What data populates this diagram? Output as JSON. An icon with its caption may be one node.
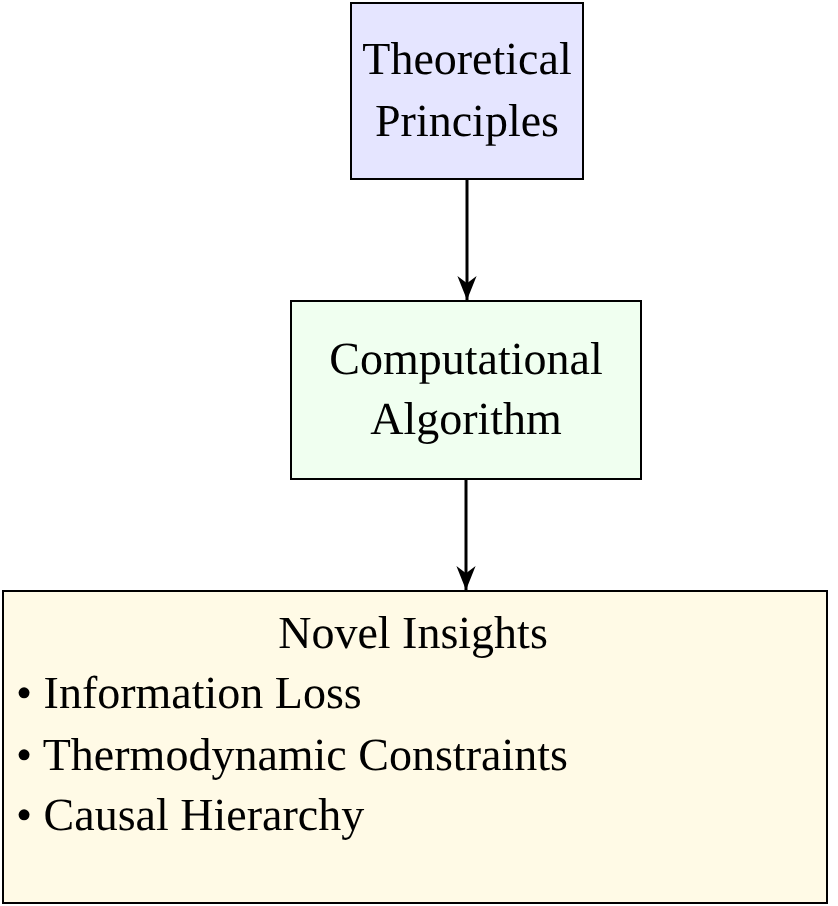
{
  "diagram": {
    "nodes": [
      {
        "text": [
          "Theoretical Principles"
        ]
      },
      {
        "text": [
          "Computational Algorithm"
        ]
      },
      {
        "text": [
          "Novel Insights",
          "• Information Loss",
          "• Thermodynamic Constraints",
          "• Causal Hierarchy"
        ]
      }
    ],
    "edges": [
      {
        "from": 0,
        "to": 1,
        "arrow": "to"
      },
      {
        "from": 1,
        "to": 2,
        "arrow": "to"
      }
    ]
  }
}
